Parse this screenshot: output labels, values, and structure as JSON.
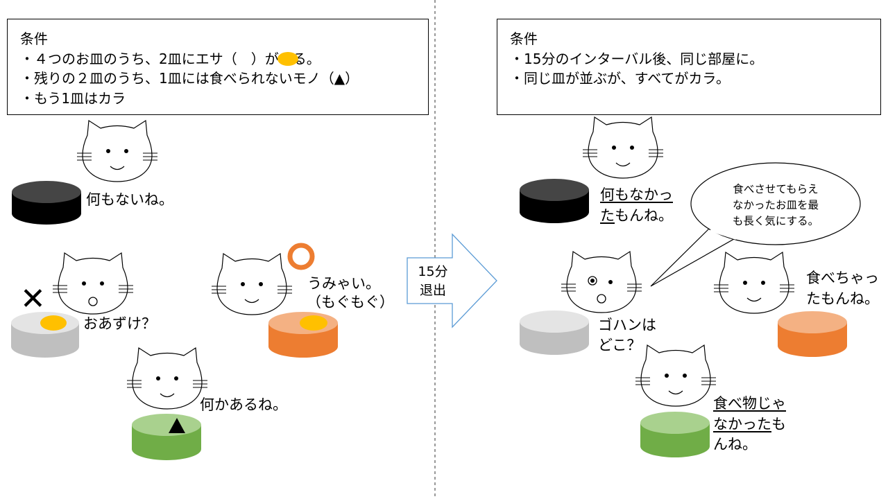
{
  "left_panel": {
    "conditions": {
      "title": "条件",
      "lines": [
        "・４つのお皿のうち、2皿にエサ（　）がある。",
        "・残りの２皿のうち、1皿には食べられないモノ（▲）",
        "・もう1皿はカラ"
      ]
    },
    "cat_black_says": "何もないね。",
    "cat_gray_says": "おあずけ？",
    "cat_orange_says_1": "うみゃい。",
    "cat_orange_says_2": "（もぐもぐ）",
    "cat_green_says": "何かあるね。"
  },
  "arrow": {
    "line1": "15分",
    "line2": "退出"
  },
  "right_panel": {
    "conditions": {
      "title": "条件",
      "lines": [
        "・15分のインターバル後、同じ部屋に。",
        "・同じ皿が並ぶが、すべてがカラ。"
      ]
    },
    "cat_black_says_1": "何もなかっ",
    "cat_black_says_2": "たもんね。",
    "bubble_lines": [
      "食べさせてもらえ",
      "なかったお皿を最",
      "も長く気にする。"
    ],
    "cat_gray_says_1": "ゴハンは",
    "cat_gray_says_2": "どこ？",
    "cat_orange_says_1": "食べちゃっ",
    "cat_orange_says_2": "たもんね。",
    "cat_green_says_1": "食べ物じゃ",
    "cat_green_says_2": "なかったも",
    "cat_green_says_3": "んね。"
  },
  "colors": {
    "dish_black": "#454545",
    "dish_gray": "#d4d4d4",
    "dish_orange": "#ed7d31",
    "dish_green": "#70ad47",
    "food": "#ffc000",
    "maru": "#ed7d31",
    "arrow_border": "#5b9bd5"
  },
  "icons": {
    "food_mark": "yellow-oval",
    "inedible_mark": "black-triangle",
    "good_mark": "orange-circle",
    "bad_mark": "cross"
  }
}
